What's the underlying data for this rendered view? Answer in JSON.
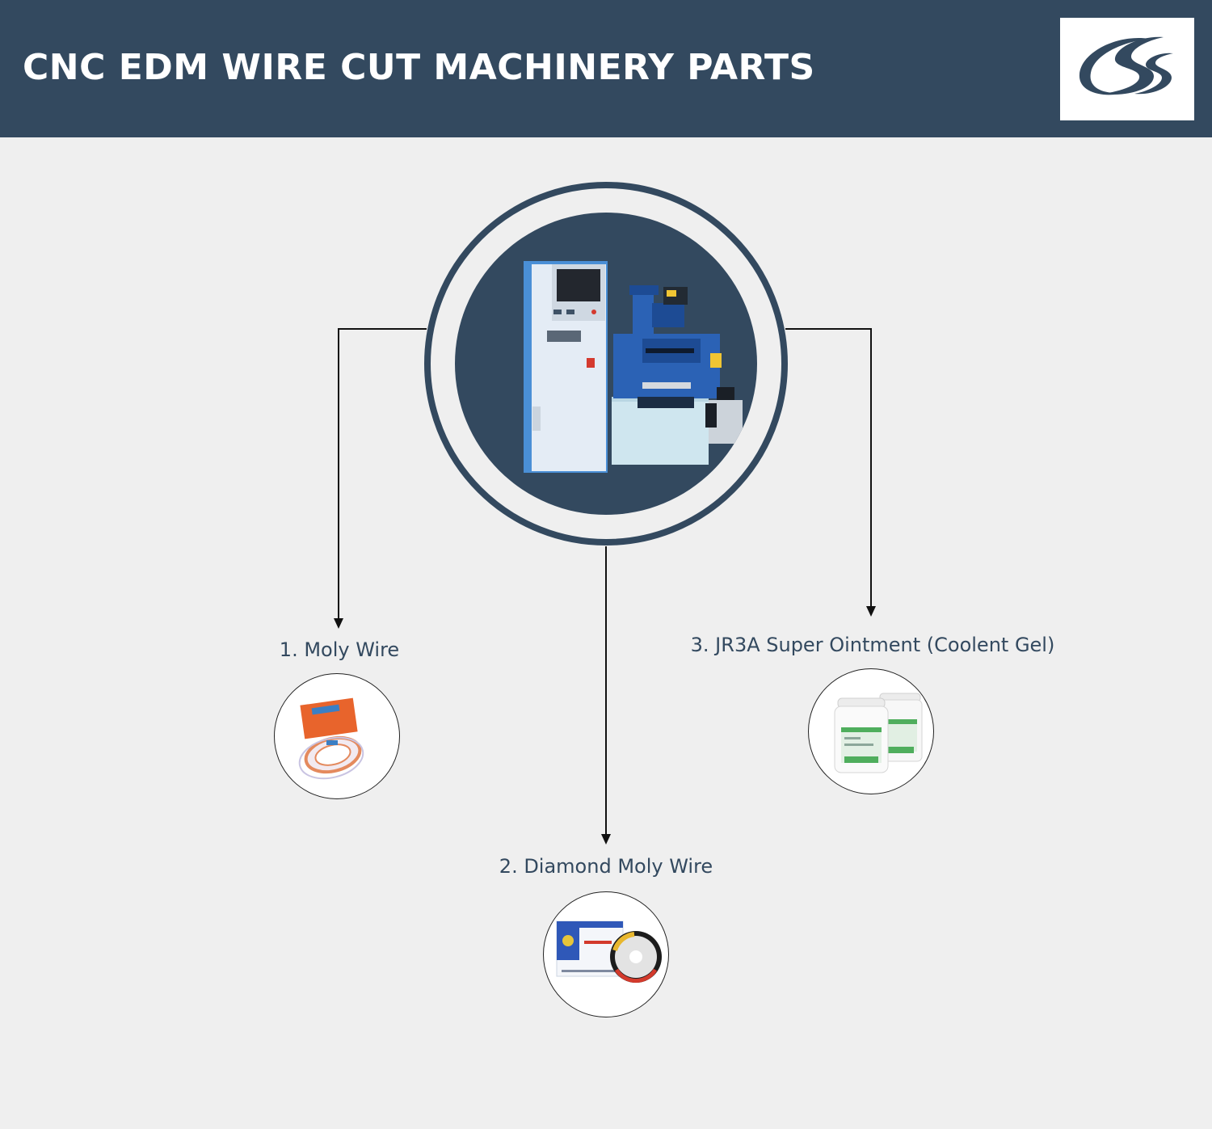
{
  "header": {
    "title": "CNC EDM WIRE CUT MACHINERY PARTS",
    "logo_icon": "css-swoosh-logo"
  },
  "colors": {
    "navy": "#33495f",
    "background": "#efefef",
    "connector": "#111111"
  },
  "center": {
    "image_icon": "cnc-edm-wire-cut-machine-photo"
  },
  "parts": [
    {
      "label": "1. Moly Wire",
      "image_icon": "moly-wire-spool-photo"
    },
    {
      "label": "2. Diamond Moly Wire",
      "image_icon": "diamond-moly-wire-photo"
    },
    {
      "label": "3. JR3A Super Ointment (Coolent Gel)",
      "image_icon": "coolant-gel-jars-photo"
    }
  ]
}
